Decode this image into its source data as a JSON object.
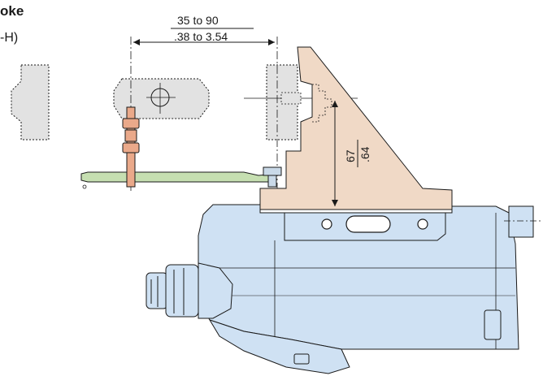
{
  "header": {
    "title_fragment": "oke",
    "subtitle_fragment": "-H)"
  },
  "dimensions": {
    "horizontal_mm": "35 to 90",
    "horizontal_in": ".38 to 3.54",
    "vertical_mm": "67",
    "vertical_in": ".64"
  },
  "colors": {
    "body_blue": "#cfe1f3",
    "bracket_tan": "#f0d9c6",
    "plate_green": "#c6dfb1",
    "rod_orange": "#eaa98a",
    "ghost_gray": "#e2e2e2",
    "line": "#1a1a1a"
  }
}
